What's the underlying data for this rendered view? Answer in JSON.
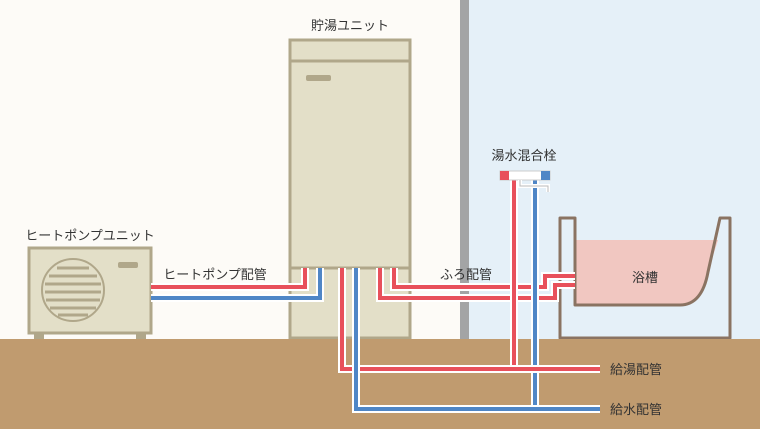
{
  "labels": {
    "storage_unit": "貯湯ユニット",
    "heat_pump_unit": "ヒートポンプユニット",
    "heat_pump_pipe": "ヒートポンプ配管",
    "bath_pipe": "ふろ配管",
    "mixing_faucet": "湯水混合栓",
    "bathtub": "浴槽",
    "hot_water_pipe": "給湯配管",
    "water_supply_pipe": "給水配管"
  },
  "colors": {
    "outdoor_background": "#fdfbf7",
    "indoor_background": "#e5f0f8",
    "wall": "#a3a4a5",
    "ground": "#c09b6f",
    "unit_fill": "#e3dfc8",
    "unit_stroke": "#b0a78a",
    "hot_pipe": "#e8505b",
    "cold_pipe": "#4f86c6",
    "bath_water": "#f1c7c1",
    "bathtub_outline": "#8a7362"
  }
}
